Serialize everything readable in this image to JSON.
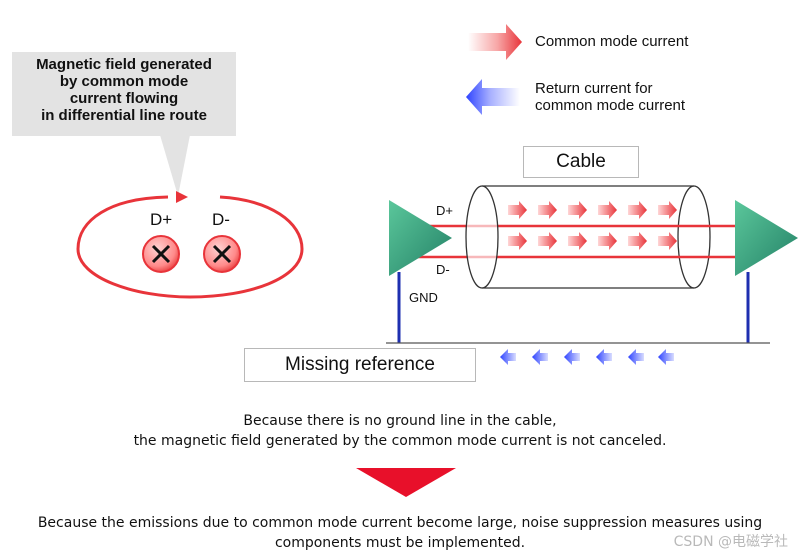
{
  "callout": {
    "lines": [
      "Magnetic field generated",
      "by common mode",
      "current flowing",
      "in differential line route"
    ]
  },
  "legend": {
    "common_mode": "Common mode current",
    "return_line1": "Return current for",
    "return_line2": "common mode current"
  },
  "cable_label": "Cable",
  "left_dplus": "D+",
  "left_dminus": "D-",
  "right_dplus": "D+",
  "right_dminus": "D-",
  "gnd_label": "GND",
  "missing_reference": "Missing reference",
  "caption1_line1": "Because there is no ground line in the cable,",
  "caption1_line2": "the magnetic field generated by the common mode current is not canceled.",
  "caption2_line1": "Because the emissions due to common mode current become large, noise suppression measures using",
  "caption2_line2": "components must be implemented.",
  "watermark": "CSDN @电磁学社",
  "colors": {
    "current_red": "#e8343a",
    "return_blue": "#3a4dff",
    "driver_green": "#2a9a78",
    "gnd_blue": "#1e2fb0",
    "down_arrow": "#e8102a"
  }
}
